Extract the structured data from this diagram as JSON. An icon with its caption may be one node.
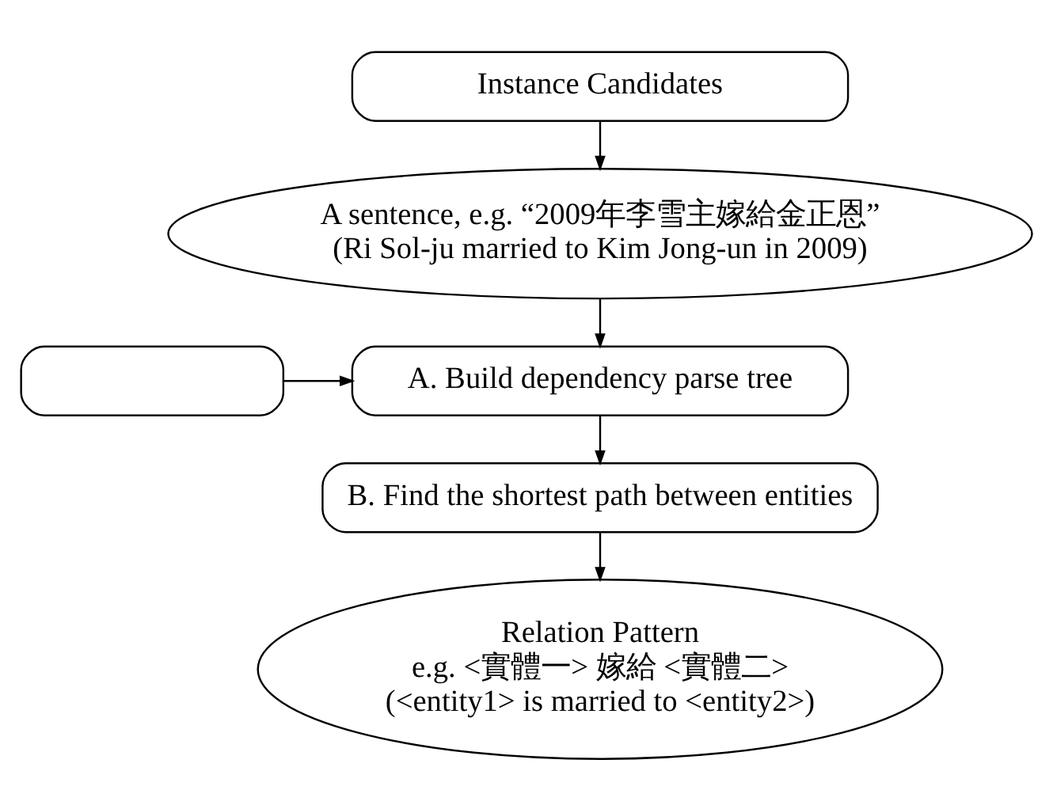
{
  "diagram": {
    "nodes": [
      {
        "text": [
          "Instance Candidates"
        ]
      },
      {
        "text": [
          "A sentence, e.g. “2009年李雪主嫁給金正恩”",
          "(Ri Sol-ju married to Kim Jong-un in 2009)"
        ]
      },
      {
        "text": [],
        "shape": "box"
      },
      {
        "text": [
          "A. Build dependency parse tree"
        ]
      },
      {
        "text": [
          "B. Find the shortest path between entities"
        ]
      },
      {
        "text": [
          "Relation Pattern",
          "e.g. <實體一> 嫁給 <實體二>",
          "(<entity1> is married to <entity2>)"
        ]
      }
    ],
    "edges": [
      {
        "from": 0,
        "to": 1,
        "arrow": "to"
      },
      {
        "from": 1,
        "to": 3,
        "arrow": "to"
      },
      {
        "from": 2,
        "to": 3,
        "arrow": "to"
      },
      {
        "from": 3,
        "to": 4,
        "arrow": "to"
      },
      {
        "from": 4,
        "to": 5,
        "arrow": "to"
      }
    ]
  }
}
